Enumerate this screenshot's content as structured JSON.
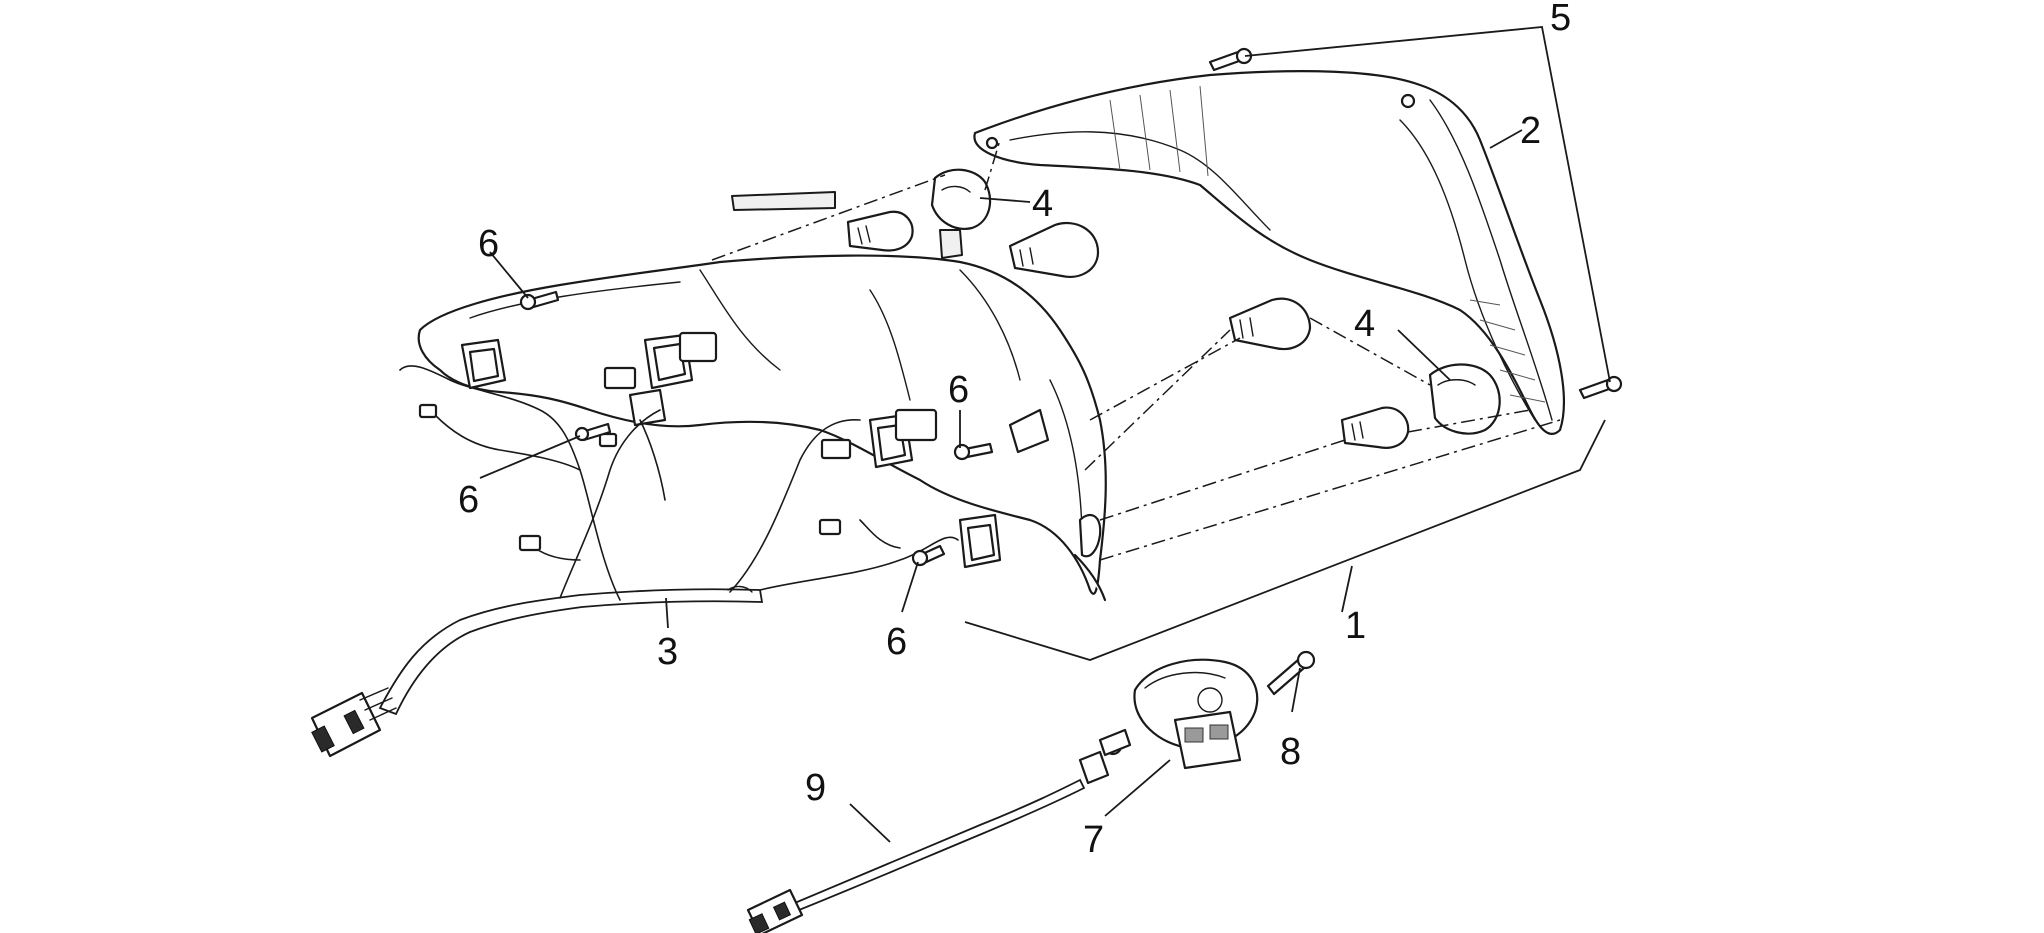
{
  "callouts": {
    "c1": "1",
    "c2": "2",
    "c3": "3",
    "c4a": "4",
    "c4b": "4",
    "c5": "5",
    "c6a": "6",
    "c6b": "6",
    "c6c": "6",
    "c6d": "6",
    "c7": "7",
    "c8": "8",
    "c9": "9"
  }
}
